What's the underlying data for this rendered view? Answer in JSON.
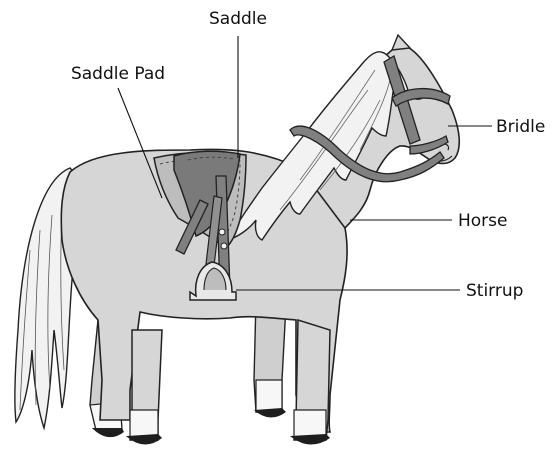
{
  "labels": {
    "saddle": "Saddle",
    "saddle_pad": "Saddle Pad",
    "bridle": "Bridle",
    "horse": "Horse",
    "stirrup": "Stirrup"
  },
  "colors": {
    "body": "#d6d6d6",
    "mane": "#f2f2f2",
    "pad": "#bdbdbd",
    "saddle": "#7a7a7a",
    "tack": "#808080",
    "hoof": "#1e1e1e",
    "outline": "#222222"
  }
}
